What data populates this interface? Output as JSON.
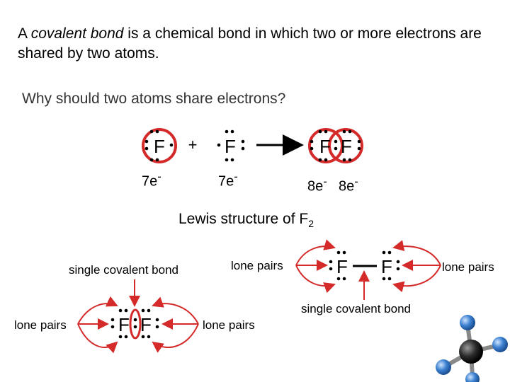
{
  "intro": {
    "prefix": "A ",
    "term": "covalent bond",
    "suffix": " is a chemical bond in which two or more electrons are shared by two atoms."
  },
  "question": "Why should two atoms share electrons?",
  "reaction": {
    "atom": "F",
    "plus": "+",
    "left_label": "7e",
    "right_label": "7e",
    "product_label_1": "8e",
    "product_label_2": "8e",
    "charge": "-"
  },
  "lewis": {
    "title": "Lewis structure of F",
    "subscript": "2"
  },
  "labels": {
    "single_covalent_bond_left": "single covalent bond",
    "lone_pairs_left": "lone pairs",
    "lone_pairs_middle": "lone pairs",
    "lone_pairs_top": "lone pairs",
    "lone_pairs_right": "lone pairs",
    "single_covalent_bond_right": "single covalent bond"
  },
  "colors": {
    "accent": "#d42a2a",
    "molecule_blue": "#3a7fd0",
    "molecule_dark": "#2a2a2a"
  }
}
